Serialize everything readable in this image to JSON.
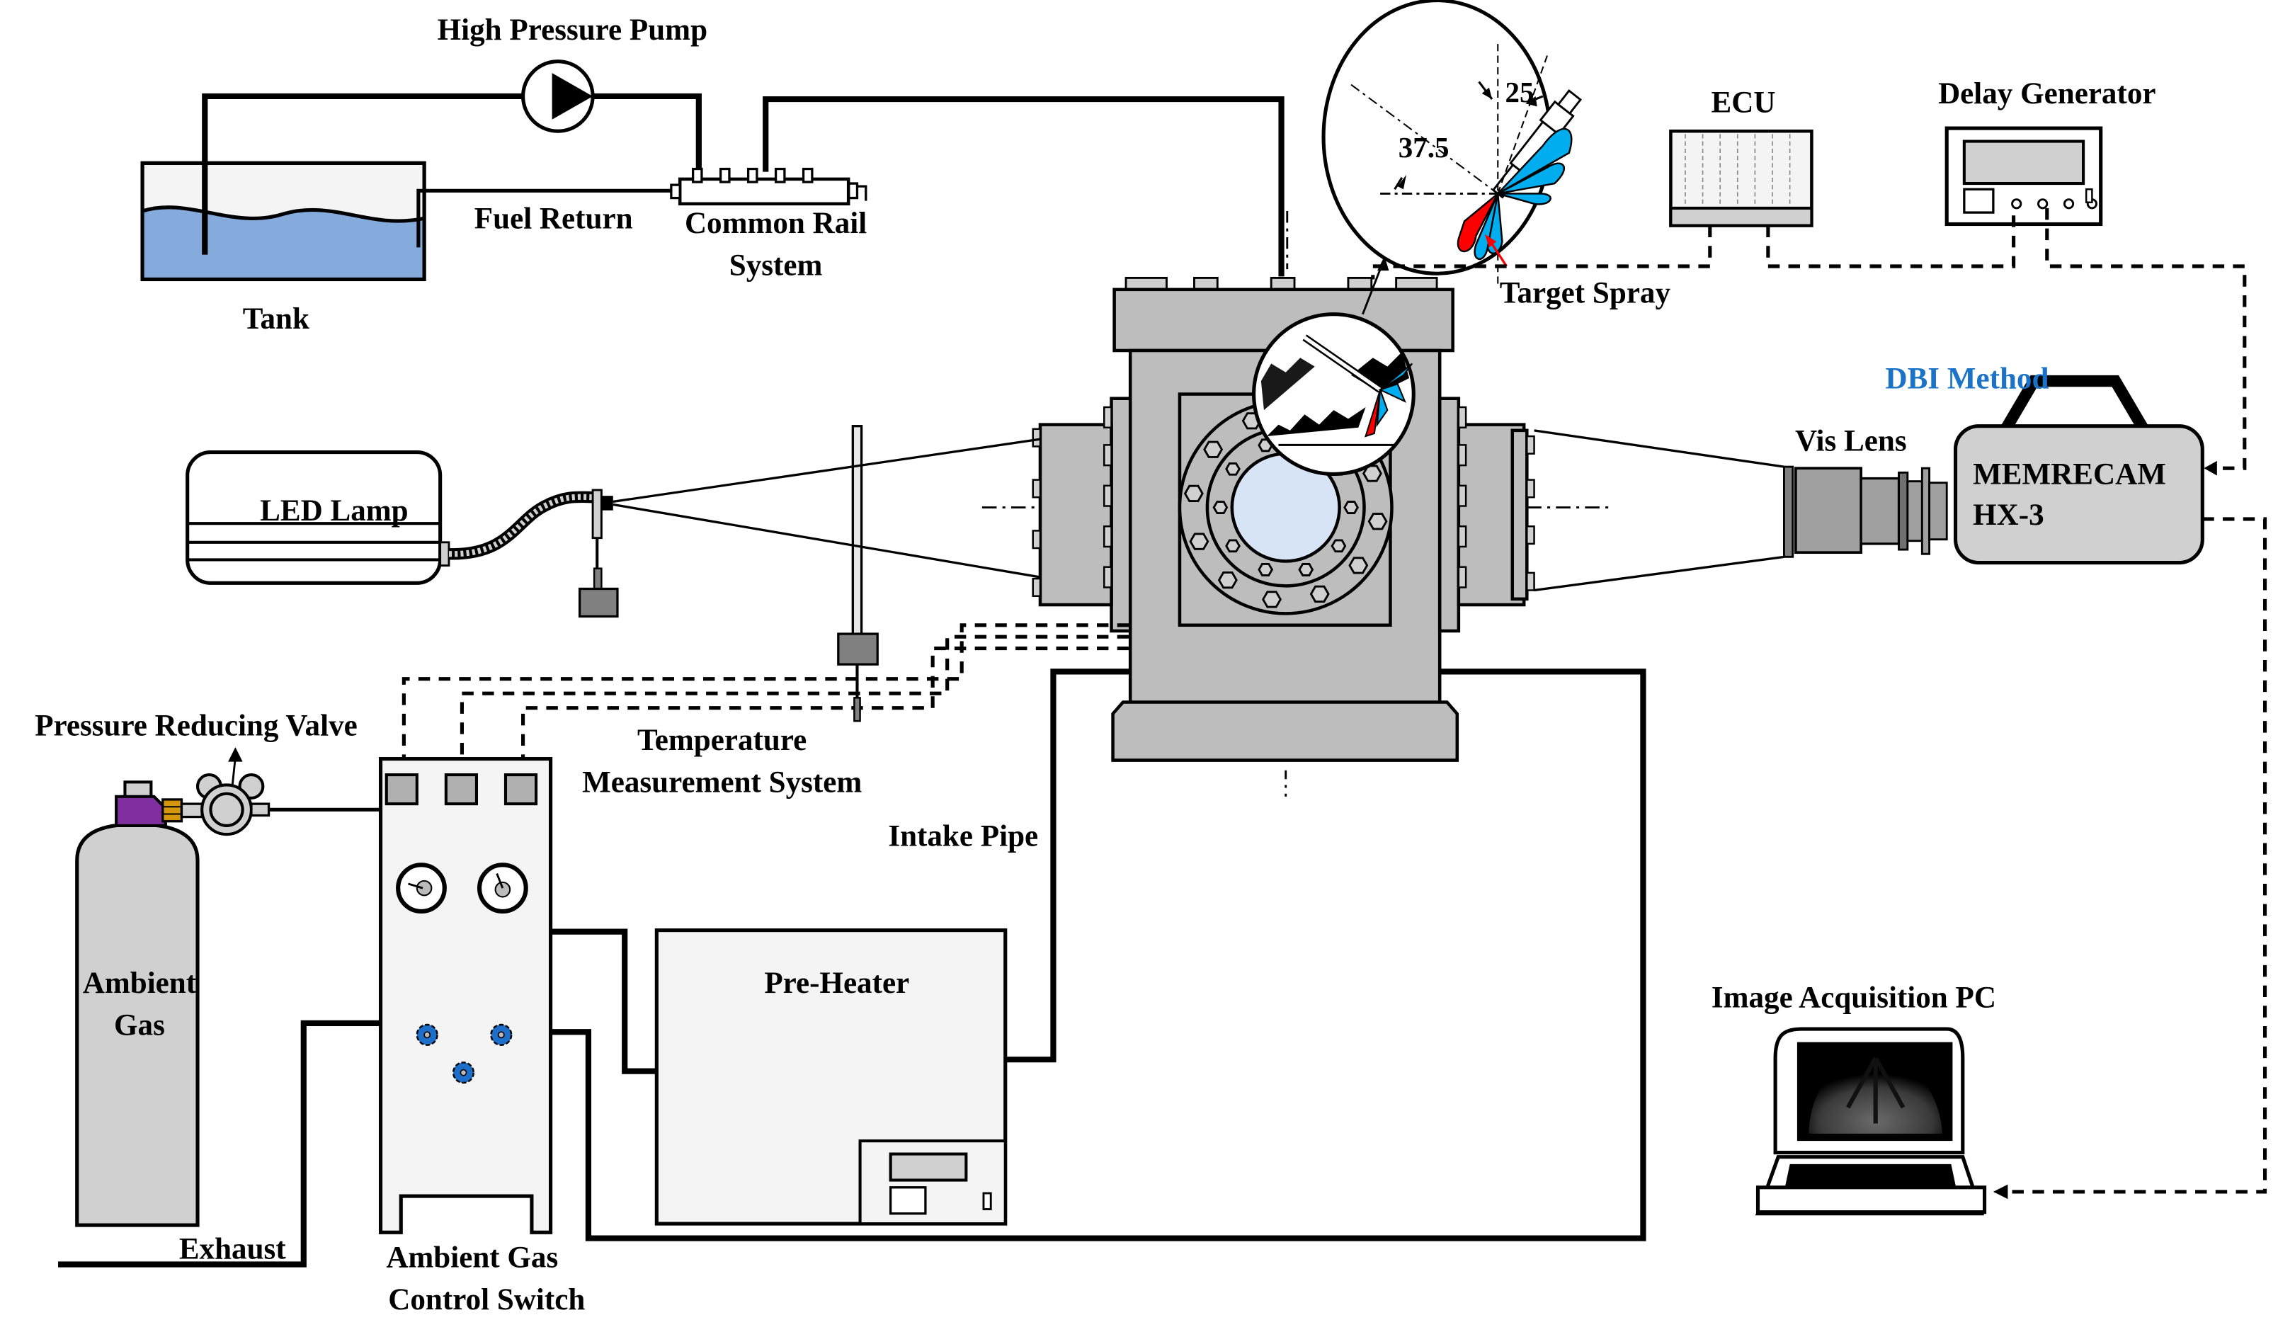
{
  "figure": {
    "type": "experimental-setup-schematic",
    "labels": {
      "high_pressure_pump": "High Pressure Pump",
      "tank": "Tank",
      "fuel_return": "Fuel Return",
      "common_rail_line1": "Common Rail",
      "common_rail_line2": "System",
      "ecu": "ECU",
      "delay_generator": "Delay Generator",
      "target_spray": "Target Spray",
      "angle_25": "25",
      "angle_37_5": "37.5",
      "dbi_method": "DBI Method",
      "vis_lens": "Vis Lens",
      "camera_line1": "MEMRECAM",
      "camera_line2": "HX-3",
      "led_lamp": "LED Lamp",
      "pressure_reducing_valve": "Pressure Reducing Valve",
      "temperature_line1": "Temperature",
      "temperature_line2": "Measurement System",
      "intake_pipe": "Intake Pipe",
      "ambient_gas_line1": "Ambient",
      "ambient_gas_line2": "Gas",
      "pre_heater": "Pre-Heater",
      "image_acquisition_pc": "Image Acquisition PC",
      "exhaust": "Exhaust",
      "control_switch_line1": "Ambient Gas",
      "control_switch_line2": "Control Switch"
    },
    "colors": {
      "fuel": "#85aadc",
      "spray_blue": "#00aeef",
      "target_spray_red": "#ff0000",
      "dbi_text": "#1a73c6",
      "chamber_gray": "#bdbdbd",
      "window_blue": "#d6e4f5",
      "gas_valve_purple": "#7f2f9e",
      "gas_valve_gold": "#d4960a",
      "knob_blue": "#1e6fc9"
    }
  }
}
